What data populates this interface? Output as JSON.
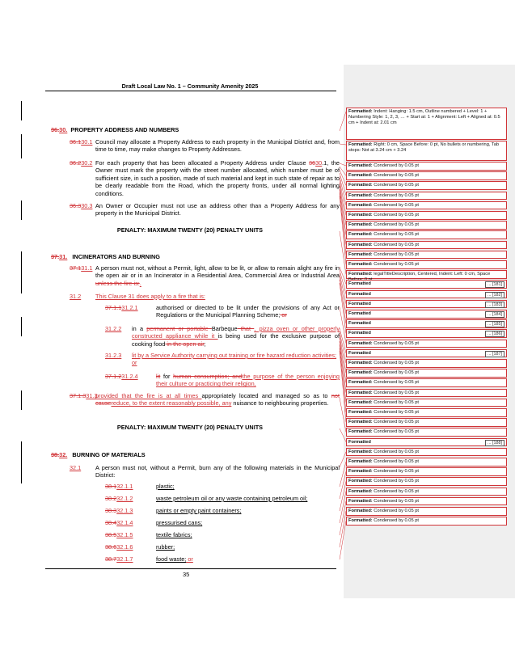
{
  "doc": {
    "header": "Draft Local Law No. 1 – Community Amenity 2025",
    "page_number": "35"
  },
  "s30": {
    "num_del": "36.",
    "num": "30.",
    "heading": "PROPERTY ADDRESS AND NUMBERS",
    "p1_del": "36.1",
    "p1_ins": "30.1",
    "p1_text": "Council may allocate a Property Address to each property in the Municipal District and, from time to time, may make changes to Property Addresses.",
    "p2_del": "36.2",
    "p2_ins": "30.2",
    "p2_a": "For each property that has been allocated a Property Address under Clause ",
    "p2_ref_del": "36",
    "p2_ref_ins": "30",
    "p2_b": ".1, the Owner must mark the property with the street number allocated, which number must be of sufficient size, in such a position, made of such material and kept in such state of repair as to be clearly readable from the Road, which the property fronts, under all normal lighting conditions.",
    "p3_del": "36.3",
    "p3_ins": "30.3",
    "p3_text": "An Owner or Occupier must not use an address other than a Property Address for any property in the Municipal District.",
    "penalty": "PENALTY: MAXIMUM TWENTY (20) PENALTY UNITS"
  },
  "s31": {
    "num_del": "37.",
    "num": "31.",
    "heading": "INCINERATORS AND BURNING",
    "p1_del": "37.1",
    "p1_ins": "31.1",
    "p1_a": "A person must not, without a Permit, light, allow to be lit, or allow to remain alight any fire in the open air or in an Incinerator in a Residential Area, Commercial Area or Industrial Area",
    "p1_del_tail": " unless the fire is:",
    "p1_ins_tail": ".",
    "p2_num": "31.2",
    "p2_text": "This Clause 31 does apply to a fire that is:",
    "a_del": "37.1.1",
    "a_ins": "31.2.1",
    "a_text": "authorised or directed to be lit under the provisions of any Act or Regulations or the Municipal Planning Scheme;",
    "a_del_tail": " or",
    "b_ins": "31.2.2",
    "b_a": "in a ",
    "b_del1": "permanent or portable ",
    "b_b": "Barbeque",
    "b_del2": " that ",
    "b_ins2": ", pizza oven or other properly constructed appliance while it ",
    "b_c": "is being used for the exclusive purpose of cooking food",
    "b_del3": " in the open air",
    "b_end": ";",
    "c_num": "31.2.3",
    "c_text": "lit by a Service Authority carrying out training or fire hazard reduction activities; or",
    "d_del": "37.1.2",
    "d_ins": "31.2.4",
    "d_lit_del": "lit",
    "d_for": " for ",
    "d_del2": "human consumption; and",
    "d_ins2": "the purpose of the person enjoying their culture or practicing their religion,",
    "e_del": "37.1.3",
    "e_ins": "31.3",
    "e_ins1": "provided that the fire is at all times ",
    "e_a": "appropriately located and managed so as to ",
    "e_del2": "not cause",
    "e_ins2": "reduce, to the extent reasonably possible, any",
    "e_b": " nuisance to neighbouring properties.",
    "penalty": "PENALTY: MAXIMUM TWENTY (20) PENALTY UNITS"
  },
  "s32": {
    "num_del": "38.",
    "num": "32.",
    "heading": "BURNING OF MATERIALS",
    "p1_num": "32.1",
    "p1_text": "A person must not, without a Permit, burn any of the following materials in the Municipal District:",
    "items": [
      {
        "del": "38.1",
        "ins": "32.1.1",
        "text": "plastic;",
        "tail": ""
      },
      {
        "del": "38.2",
        "ins": "32.1.2",
        "text": "waste petroleum oil or any waste containing petroleum oil;",
        "tail": ""
      },
      {
        "del": "38.3",
        "ins": "32.1.3",
        "text": "paints or empty paint containers;",
        "tail": ""
      },
      {
        "del": "38.4",
        "ins": "32.1.4",
        "text": "pressurised cans;",
        "tail": ""
      },
      {
        "del": "38.5",
        "ins": "32.1.5",
        "text": "textile fabrics;",
        "tail": ""
      },
      {
        "del": "38.6",
        "ins": "32.1.6",
        "text": "rubber;",
        "tail": ""
      },
      {
        "del": "38.7",
        "ins": "32.1.7",
        "text": "food waste;",
        "tail": " or"
      }
    ]
  },
  "comments": [
    {
      "label": "Formatted:",
      "text": " Indent: Hanging:  1.5 cm, Outline numbered + Level: 1 + Numbering Style: 1, 2, 3, … + Start at: 1 + Alignment: Left + Aligned at:  0.5 cm + Indent at:  2.01 cm",
      "ref": ""
    },
    {
      "label": "Formatted:",
      "text": " Right:  0 cm, Space Before:  0 pt,  No bullets or numbering, Tab stops: Not at  3.24 cm +  3.24",
      "ref": ""
    },
    {
      "label": "Formatted:",
      "text": " Condensed by  0.05 pt",
      "ref": ""
    },
    {
      "label": "Formatted:",
      "text": " Condensed by  0.05 pt",
      "ref": ""
    },
    {
      "label": "Formatted:",
      "text": " Condensed by  0.05 pt",
      "ref": ""
    },
    {
      "label": "Formatted:",
      "text": " Condensed by  0.05 pt",
      "ref": ""
    },
    {
      "label": "Formatted:",
      "text": " Condensed by  0.05 pt",
      "ref": ""
    },
    {
      "label": "Formatted:",
      "text": " Condensed by  0.05 pt",
      "ref": ""
    },
    {
      "label": "Formatted:",
      "text": " Condensed by  0.05 pt",
      "ref": ""
    },
    {
      "label": "Formatted:",
      "text": " Condensed by  0.05 pt",
      "ref": ""
    },
    {
      "label": "Formatted:",
      "text": " Condensed by  0.05 pt",
      "ref": ""
    },
    {
      "label": "Formatted:",
      "text": " Condensed by  0.05 pt",
      "ref": ""
    },
    {
      "label": "Formatted:",
      "text": " Condensed by  0.05 pt",
      "ref": ""
    },
    {
      "label": "Formatted:",
      "text": " legalTitleDescription, Centered, Indent: Left:  0 cm, Space Before:  0 pt",
      "ref": ""
    },
    {
      "label": "Formatted",
      "text": "",
      "ref": "... [181]"
    },
    {
      "label": "Formatted",
      "text": "",
      "ref": "... [182]"
    },
    {
      "label": "Formatted",
      "text": "",
      "ref": "... [183]"
    },
    {
      "label": "Formatted",
      "text": "",
      "ref": "... [184]"
    },
    {
      "label": "Formatted",
      "text": "",
      "ref": "... [185]"
    },
    {
      "label": "Formatted",
      "text": "",
      "ref": "... [186]"
    },
    {
      "label": "Formatted:",
      "text": " Condensed by  0.05 pt",
      "ref": ""
    },
    {
      "label": "Formatted",
      "text": "",
      "ref": "... [187]"
    },
    {
      "label": "Formatted:",
      "text": " Condensed by  0.05 pt",
      "ref": ""
    },
    {
      "label": "Formatted:",
      "text": " Condensed by  0.05 pt",
      "ref": ""
    },
    {
      "label": "Formatted:",
      "text": " Condensed by  0.05 pt",
      "ref": ""
    },
    {
      "label": "Formatted:",
      "text": " Condensed by  0.05 pt",
      "ref": ""
    },
    {
      "label": "Formatted:",
      "text": " Condensed by  0.05 pt",
      "ref": ""
    },
    {
      "label": "Formatted:",
      "text": " Condensed by  0.05 pt",
      "ref": ""
    },
    {
      "label": "Formatted:",
      "text": " Condensed by  0.05 pt",
      "ref": ""
    },
    {
      "label": "Formatted:",
      "text": " Condensed by  0.05 pt",
      "ref": ""
    },
    {
      "label": "Formatted",
      "text": "",
      "ref": "... [188]"
    },
    {
      "label": "Formatted:",
      "text": " Condensed by  0.05 pt",
      "ref": ""
    },
    {
      "label": "Formatted:",
      "text": " Condensed by  0.05 pt",
      "ref": ""
    },
    {
      "label": "Formatted:",
      "text": " Condensed by  0.05 pt",
      "ref": ""
    },
    {
      "label": "Formatted:",
      "text": " Condensed by  0.05 pt",
      "ref": ""
    },
    {
      "label": "Formatted:",
      "text": " Condensed by  0.05 pt",
      "ref": ""
    },
    {
      "label": "Formatted:",
      "text": " Condensed by  0.05 pt",
      "ref": ""
    },
    {
      "label": "Formatted:",
      "text": " Condensed by  0.05 pt",
      "ref": ""
    },
    {
      "label": "Formatted:",
      "text": " Condensed by  0.05 pt",
      "ref": ""
    }
  ],
  "colors": {
    "revision": "#d13438",
    "margin_panel": "#efefef"
  }
}
